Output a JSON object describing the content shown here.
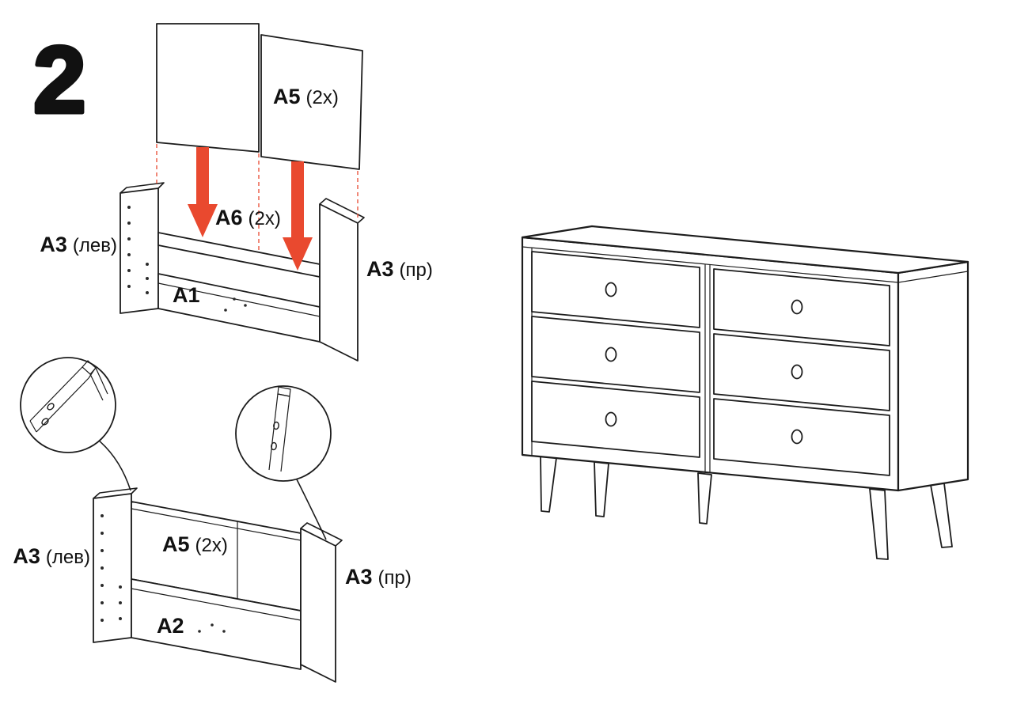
{
  "step": {
    "number": "2"
  },
  "colors": {
    "arrow": "#e9492f",
    "line": "#1c1c1c"
  },
  "upper_assembly": {
    "back_panel": {
      "code": "A5",
      "qty": "(2x)"
    },
    "rail": {
      "code": "A6",
      "qty": "(2x)"
    },
    "left_side": {
      "code": "A3",
      "variant": "(лев)"
    },
    "right_side": {
      "code": "A3",
      "variant": "(пр)"
    },
    "bottom_panel": {
      "code": "A1"
    }
  },
  "lower_assembly": {
    "back_panel": {
      "code": "A5",
      "qty": "(2x)"
    },
    "left_side": {
      "code": "A3",
      "variant": "(лев)"
    },
    "right_side": {
      "code": "A3",
      "variant": "(пр)"
    },
    "bottom_panel": {
      "code": "A2"
    }
  },
  "result_preview": {
    "item": "dresser",
    "drawer_rows": 3,
    "drawer_columns": 2,
    "knobs": 6,
    "legs": 5
  }
}
